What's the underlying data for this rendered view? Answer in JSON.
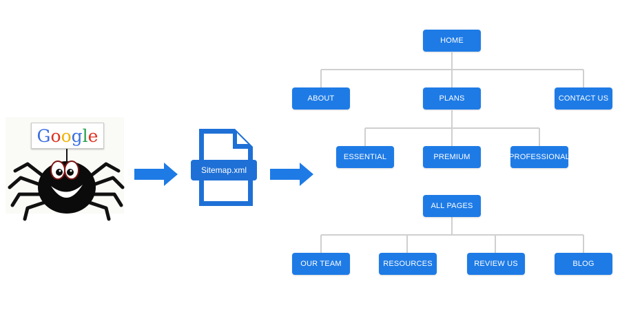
{
  "spider": {
    "logo_letters": [
      {
        "char": "G",
        "color": "#3a6fe0"
      },
      {
        "char": "o",
        "color": "#dd3322"
      },
      {
        "char": "o",
        "color": "#f0b400"
      },
      {
        "char": "g",
        "color": "#3a6fe0"
      },
      {
        "char": "l",
        "color": "#22a04a"
      },
      {
        "char": "e",
        "color": "#dd3322"
      }
    ]
  },
  "sitemap_file": {
    "label": "Sitemap.xml",
    "color": "#1f70d6"
  },
  "arrow_color": "#1e7be6",
  "tree": {
    "node_color": "#1e7be6",
    "line_color": "#cfcfcf",
    "home": "HOME",
    "level1": [
      "ABOUT",
      "PLANS",
      "CONTACT US"
    ],
    "plans_children": [
      "ESSENTIAL",
      "PREMIUM",
      "PROFESSIONAL"
    ],
    "all_pages": "ALL PAGES",
    "all_pages_children": [
      "OUR TEAM",
      "RESOURCES",
      "REVIEW US",
      "BLOG"
    ]
  }
}
